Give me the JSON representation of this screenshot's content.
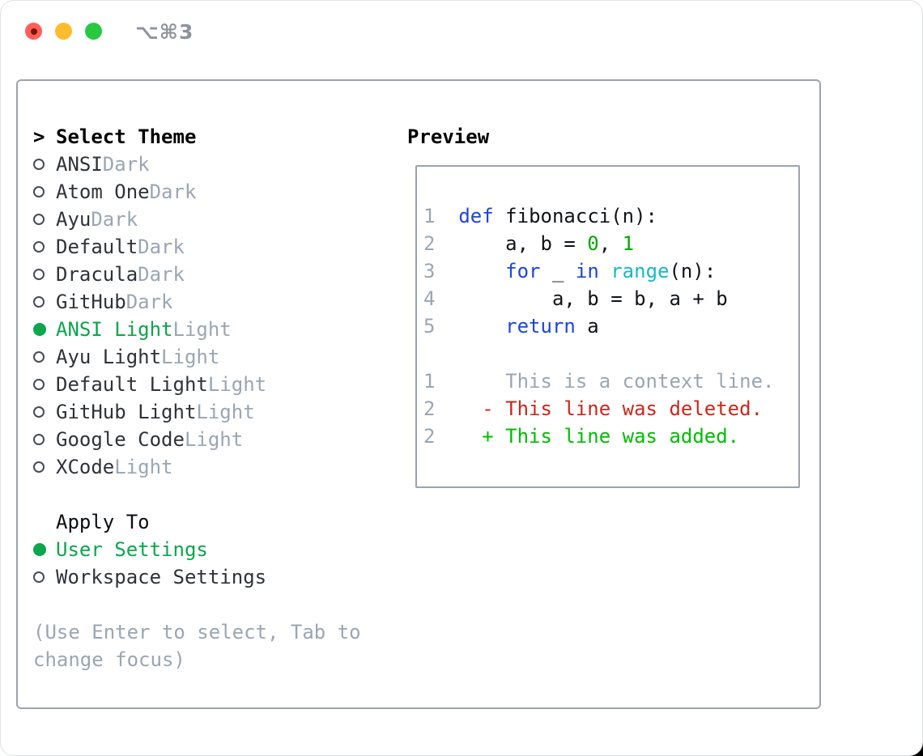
{
  "window": {
    "title": "⌥⌘3",
    "traffic_lights": {
      "close": "close",
      "minimize": "minimize",
      "zoom": "zoom"
    }
  },
  "colors": {
    "accent_green": "#0aa64c",
    "keyword_blue": "#1c45dd",
    "builtin_cyan": "#17b9c6",
    "number_green": "#00a800",
    "added_green": "#00bd00",
    "deleted_red": "#c9281b",
    "muted_gray": "#9aa6b3",
    "text_dark": "#2e3338",
    "code_black": "#101418",
    "border_gray": "#9ba3ae"
  },
  "theme_panel": {
    "header": {
      "prefix": ">",
      "label": "Select Theme"
    },
    "themes": [
      {
        "name": "ANSI",
        "variant": "Dark",
        "selected": false
      },
      {
        "name": "Atom One",
        "variant": "Dark",
        "selected": false
      },
      {
        "name": "Ayu",
        "variant": "Dark",
        "selected": false
      },
      {
        "name": "Default",
        "variant": "Dark",
        "selected": false
      },
      {
        "name": "Dracula",
        "variant": "Dark",
        "selected": false
      },
      {
        "name": "GitHub",
        "variant": "Dark",
        "selected": false
      },
      {
        "name": "ANSI Light",
        "variant": "Light",
        "selected": true
      },
      {
        "name": "Ayu Light",
        "variant": "Light",
        "selected": false
      },
      {
        "name": "Default Light",
        "variant": "Light",
        "selected": false
      },
      {
        "name": "GitHub Light",
        "variant": "Light",
        "selected": false
      },
      {
        "name": "Google Code",
        "variant": "Light",
        "selected": false
      },
      {
        "name": "XCode",
        "variant": "Light",
        "selected": false
      }
    ],
    "apply_to": {
      "label": "Apply To",
      "options": [
        {
          "name": "User Settings",
          "selected": true
        },
        {
          "name": "Workspace Settings",
          "selected": false
        }
      ]
    },
    "help_lines": [
      "(Use Enter to select, Tab to",
      "change focus)"
    ]
  },
  "preview": {
    "title": "Preview",
    "code_lines": [
      {
        "no": "1",
        "tokens": [
          {
            "t": "  ",
            "c": "plain"
          },
          {
            "t": "def",
            "c": "kw"
          },
          {
            "t": " fibonacci(n):",
            "c": "plain"
          }
        ]
      },
      {
        "no": "2",
        "tokens": [
          {
            "t": "      a, b = ",
            "c": "plain"
          },
          {
            "t": "0",
            "c": "num"
          },
          {
            "t": ", ",
            "c": "plain"
          },
          {
            "t": "1",
            "c": "num"
          }
        ]
      },
      {
        "no": "3",
        "tokens": [
          {
            "t": "      ",
            "c": "plain"
          },
          {
            "t": "for",
            "c": "kw"
          },
          {
            "t": " _ ",
            "c": "plain"
          },
          {
            "t": "in",
            "c": "kw"
          },
          {
            "t": " ",
            "c": "plain"
          },
          {
            "t": "range",
            "c": "builtin"
          },
          {
            "t": "(n):",
            "c": "plain"
          }
        ]
      },
      {
        "no": "4",
        "tokens": [
          {
            "t": "          a, b = b, a + b",
            "c": "plain"
          }
        ]
      },
      {
        "no": "5",
        "tokens": [
          {
            "t": "      ",
            "c": "plain"
          },
          {
            "t": "return",
            "c": "kw"
          },
          {
            "t": " a",
            "c": "plain"
          }
        ]
      }
    ],
    "diff_lines": [
      {
        "no": "1",
        "tokens": [
          {
            "t": "      This is a context line.",
            "c": "muted"
          }
        ]
      },
      {
        "no": "2",
        "tokens": [
          {
            "t": "    - This line was deleted.",
            "c": "del"
          }
        ]
      },
      {
        "no": "2",
        "tokens": [
          {
            "t": "    + This line was added.",
            "c": "add"
          }
        ]
      }
    ]
  }
}
